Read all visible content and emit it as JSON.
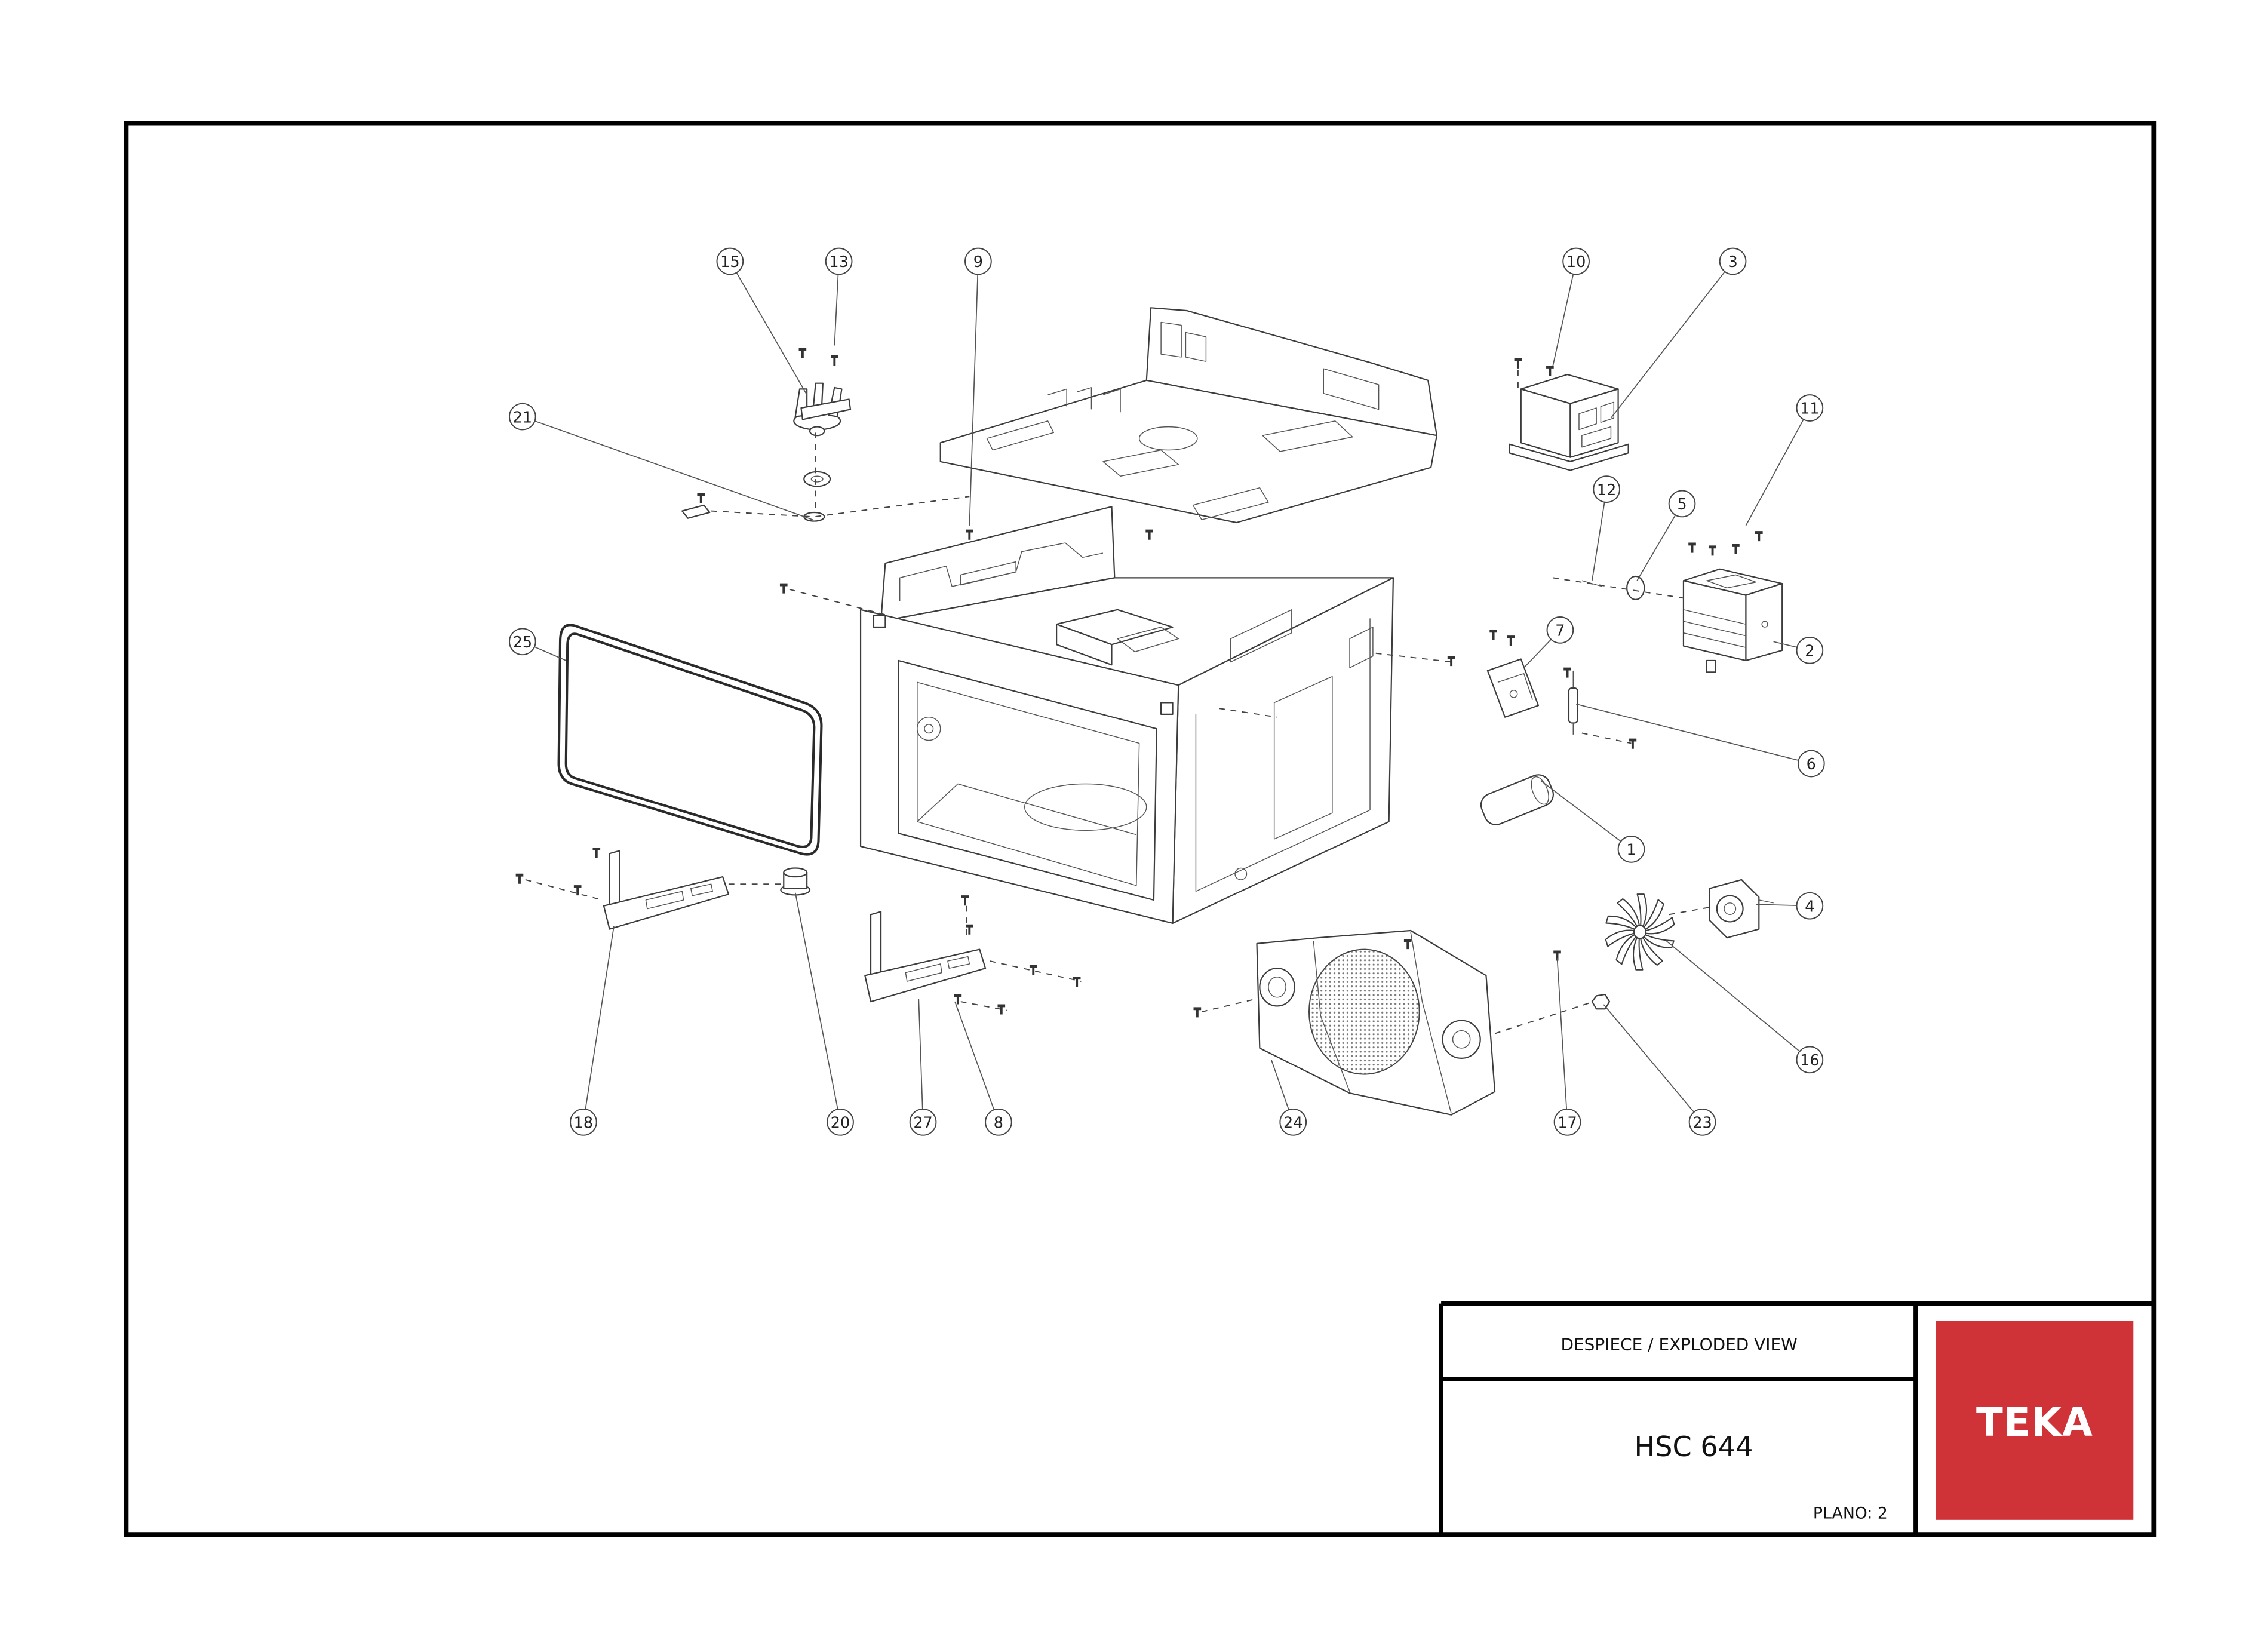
{
  "title_block": {
    "view_title": "DESPIECE / EXPLODED VIEW",
    "model": "HSC 644",
    "plan": "PLANO: 2",
    "brand": "TEKA"
  },
  "callouts": [
    "15",
    "13",
    "9",
    "10",
    "3",
    "21",
    "11",
    "12",
    "5",
    "7",
    "25",
    "2",
    "6",
    "1",
    "4",
    "16",
    "18",
    "20",
    "27",
    "8",
    "24",
    "17",
    "23"
  ],
  "colors": {
    "brand_red": "#cf3338",
    "logo_text": "#ffffff"
  }
}
